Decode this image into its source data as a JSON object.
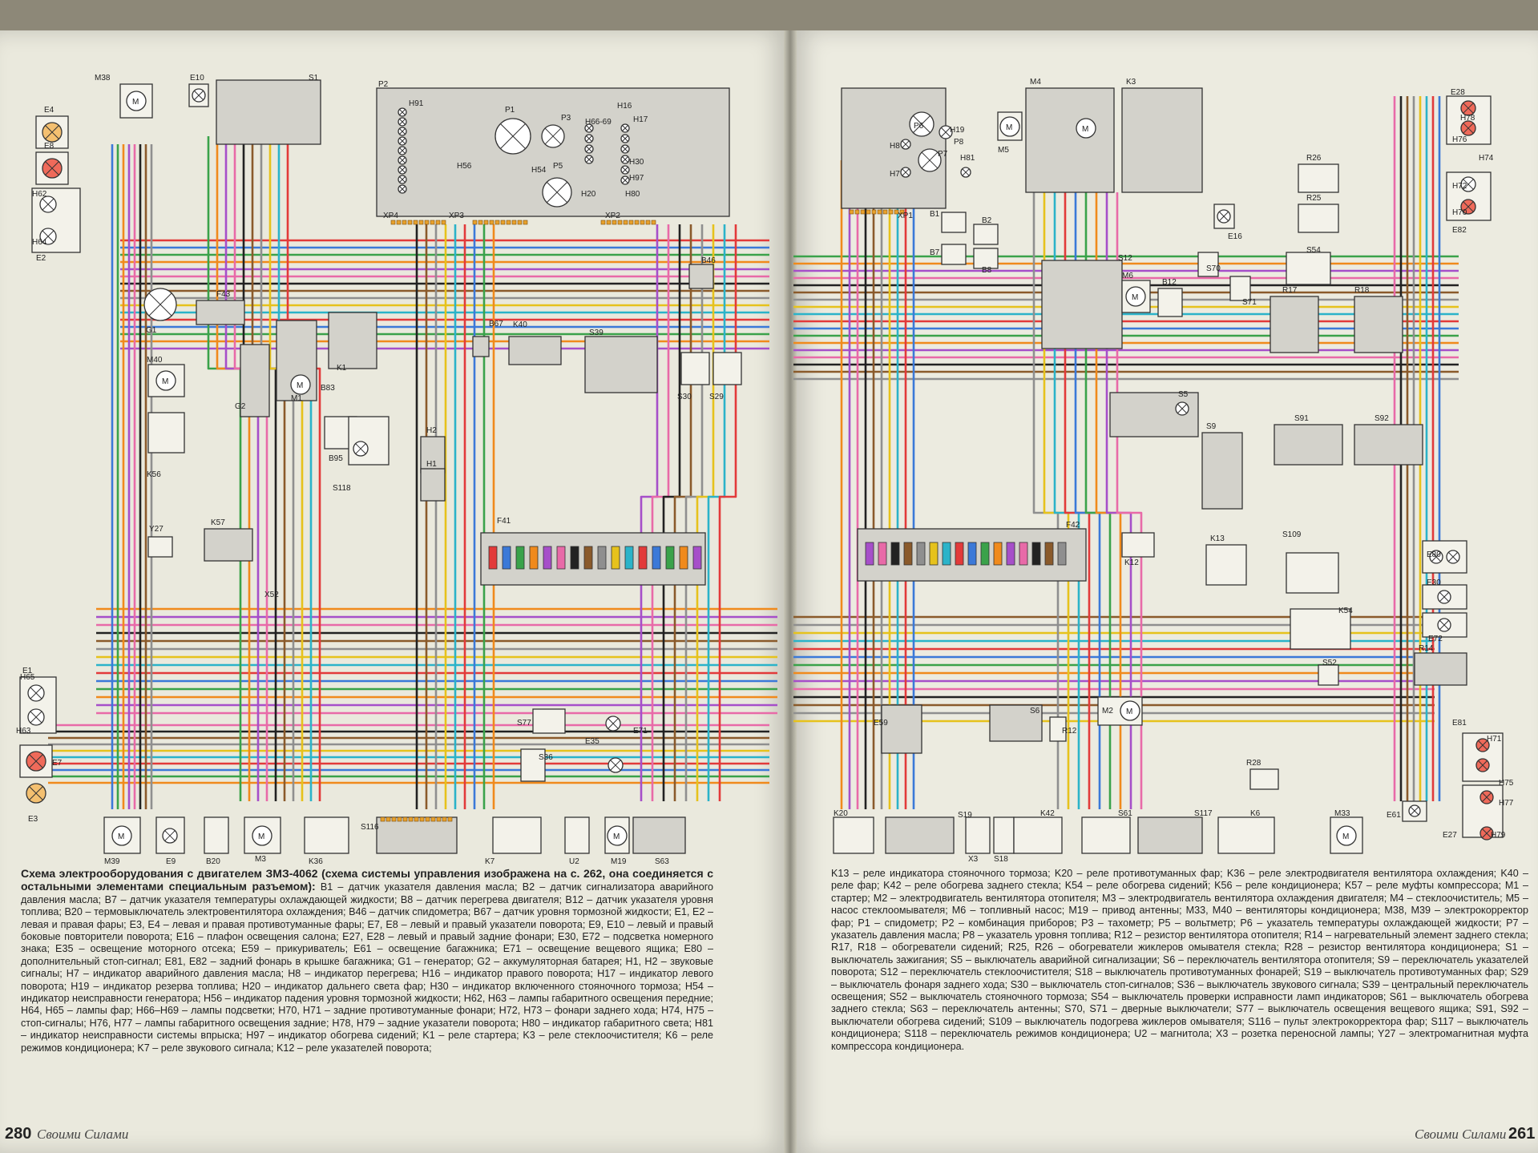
{
  "page_numbers": {
    "left": "280",
    "right": "261"
  },
  "magazine": {
    "left": "Своими Силами",
    "right": "Своими Силами"
  },
  "caption_left": {
    "heading": "Схема электрооборудования с двигателем ЗМЗ-4062 (схема системы управления изображена на с. 262, она соединяется с остальными элементами специальным разъемом):",
    "text": "B1 – датчик указателя давления масла; B2 – датчик сигнализатора аварийного давления масла; B7 – датчик указателя температуры охлаждающей жидкости; B8 – датчик перегрева двигателя; B12 – датчик указателя уровня топлива; B20 – термовыключатель электровентилятора охлаждения; B46 – датчик спидометра; B67 – датчик уровня тормозной жидкости; E1, E2 – левая и правая фары; E3, E4 – левая и правая противотуманные фары; E7, E8 – левый и правый указатели поворота; E9, E10 – левый и правый боковые повторители поворота; E16 – плафон освещения салона; E27, E28 – левый и правый задние фонари; E30, E72 – подсветка номерного знака; E35 – освещение моторного отсека; E59 – прикуриватель; E61 – освещение багажника; E71 – освещение вещевого ящика; E80 – дополнительный стоп-сигнал; E81, E82 – задний фонарь в крышке багажника; G1 – генератор; G2 – аккумуляторная батарея; H1, H2 – звуковые сигналы; H7 – индикатор аварийного давления масла; H8 – индикатор перегрева; H16 – индикатор правого поворота; H17 – индикатор левого поворота; H19 – индикатор резерва топлива; H20 – индикатор дальнего света фар; H30 – индикатор включенного стояночного тормоза; H54 – индикатор неисправности генератора; H56 – индикатор падения уровня тормозной жидкости; H62, H63 – лампы габаритного освещения передние; H64, H65 – лампы фар; H66–H69 – лампы подсветки; H70, H71 – задние противотуманные фонари; H72, H73 – фонари заднего хода; H74, H75 – стоп-сигналы; H76, H77 – лампы габаритного освещения задние; H78, H79 – задние указатели поворота; H80 – индикатор габаритного света; H81 – индикатор неисправности системы впрыска; H97 – индикатор обогрева сидений; K1 – реле стартера; K3 – реле стеклоочистителя; K6 – реле режимов кондиционера; K7 – реле звукового сигнала; K12 – реле указателей поворота;"
  },
  "caption_right": {
    "text": "K13 – реле индикатора стояночного тормоза; K20 – реле противотуманных фар; K36 – реле электродвигателя вентилятора охлаждения; K40 – реле фар; K42 – реле обогрева заднего стекла; K54 – реле обогрева сидений; K56 – реле кондиционера; K57 – реле муфты компрессора; M1 – стартер; M2 – электродвигатель вентилятора отопителя; M3 – электродвигатель вентилятора охлаждения двигателя; M4 – стеклоочиститель; M5 – насос стеклоомывателя; M6 – топливный насос; M19 – привод антенны; M33, M40 – вентиляторы кондиционера; M38, M39 – электрокорректор фар; P1 – спидометр; P2 – комбинация приборов; P3 – тахометр; P5 – вольтметр; P6 – указатель температуры охлаждающей жидкости; P7 – указатель давления масла; P8 – указатель уровня топлива; R12 – резистор вентилятора отопителя; R14 – нагревательный элемент заднего стекла; R17, R18 – обогреватели сидений; R25, R26 – обогреватели жиклеров омывателя стекла; R28 – резистор вентилятора кондиционера; S1 – выключатель зажигания; S5 – выключатель аварийной сигнализации; S6 – переключатель вентилятора отопителя; S9 – переключатель указателей поворота; S12 – переключатель стеклоочистителя; S18 – выключатель противотуманных фонарей; S19 – выключатель противотуманных фар; S29 – выключатель фонаря заднего хода; S30 – выключатель стоп-сигналов; S36 – выключатель звукового сигнала; S39 – центральный переключатель освещения; S52 – выключатель стояночного тормоза; S54 – выключатель проверки исправности ламп индикаторов; S61 – выключатель обогрева заднего стекла; S63 – переключатель антенны; S70, S71 – дверные выключатели; S77 – выключатель освещения вещевого ящика; S91, S92 – выключатели обогрева сидений; S109 – выключатель подогрева жиклеров омывателя; S116 – пульт электрокорректора фар; S117 – выключатель кондиционера; S118 – переключатель режимов кондиционера; U2 – магнитола; X3 – розетка переносной лампы; Y27 – электромагнитная муфта компрессора кондиционера."
  },
  "labels": {
    "M38": "M38",
    "E10": "E10",
    "S1": "S1",
    "P2": "P2",
    "H91": "H91",
    "P1": "P1",
    "P3": "P3",
    "H16": "H16",
    "H17": "H17",
    "H66_69": "H66-69",
    "H56": "H56",
    "H54": "H54",
    "P5": "P5",
    "H30": "H30",
    "H97": "H97",
    "H20": "H20",
    "H80": "H80",
    "XP4": "XP4",
    "XP3": "XP3",
    "XP2": "XP2",
    "E4": "E4",
    "E8": "E8",
    "H62": "H62",
    "H64": "H64",
    "E2": "E2",
    "G1": "G1",
    "F43": "F43",
    "M40": "M40",
    "G2": "G2",
    "M1": "M1",
    "K1": "K1",
    "B83": "B83",
    "B95": "B95",
    "K56": "K56",
    "S118": "S118",
    "H2": "H2",
    "H1": "H1",
    "Y27": "Y27",
    "K57": "K57",
    "X52": "X52",
    "B67": "B67",
    "K40": "K40",
    "S39": "S39",
    "S30": "S30",
    "S29": "S29",
    "B46": "B46",
    "F41": "F41",
    "E1": "E1",
    "H65": "H65",
    "H63": "H63",
    "E7": "E7",
    "E3": "E3",
    "S77": "S77",
    "E71": "E71",
    "S36": "S36",
    "E35": "E35",
    "M39": "M39",
    "E9": "E9",
    "B20": "B20",
    "M3": "M3",
    "K36": "K36",
    "S116": "S116",
    "K7": "K7",
    "U2": "U2",
    "M19": "M19",
    "S63": "S63",
    "M4": "M4",
    "K3": "K3",
    "M5": "M5",
    "P6": "P6",
    "H19": "H19",
    "H8": "H8",
    "P8": "P8",
    "P7": "P7",
    "H7": "H7",
    "H81": "H81",
    "XP1": "XP1",
    "B1": "B1",
    "B2": "B2",
    "B7": "B7",
    "B8": "B8",
    "E28": "E28",
    "H78": "H78",
    "H76": "H76",
    "H74": "H74",
    "H72": "H72",
    "H70": "H70",
    "E82": "E82",
    "R26": "R26",
    "R25": "R25",
    "S54": "S54",
    "E16": "E16",
    "S70": "S70",
    "S71": "S71",
    "S12": "S12",
    "M6": "M6",
    "B12": "B12",
    "R17": "R17",
    "R18": "R18",
    "S5": "S5",
    "S9": "S9",
    "S91": "S91",
    "S92": "S92",
    "F42": "F42",
    "K12": "K12",
    "K13": "K13",
    "S109": "S109",
    "E80": "E80",
    "E30": "E30",
    "K54": "K54",
    "E72": "E72",
    "R14": "R14",
    "S52": "S52",
    "E59": "E59",
    "S6": "S6",
    "R12": "R12",
    "M2": "M2",
    "R28": "R28",
    "E81": "E81",
    "H71": "H71",
    "H75": "H75",
    "H77": "H77",
    "H79": "H79",
    "E61": "E61",
    "E27": "E27",
    "K20": "K20",
    "S19": "S19",
    "X3": "X3",
    "S18": "S18",
    "K42": "K42",
    "S61": "S61",
    "S117": "S117",
    "K6": "K6",
    "M33": "M33"
  },
  "colors": {
    "wire_red": "#e23a3a",
    "wire_blue": "#3b79d8",
    "wire_green": "#3aa24a",
    "wire_orange": "#f08a1c",
    "wire_purple": "#a64fc9",
    "wire_pink": "#e86aa8",
    "wire_black": "#222222",
    "wire_brown": "#8a5a2b",
    "wire_gray": "#8f8f8f",
    "wire_yellow": "#e6c21c",
    "wire_cyan": "#2bb3c9",
    "component_gray": "#c9c8c1",
    "connector_orange": "#e8a12c"
  }
}
